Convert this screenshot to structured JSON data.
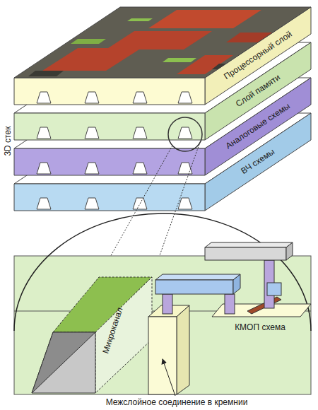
{
  "diagram": {
    "nodes": [
      {
        "text": [
          "Процессорный слой"
        ]
      },
      {
        "text": [
          "Слой памяти"
        ]
      },
      {
        "text": [
          "Аналоговые схемы"
        ]
      },
      {
        "text": [
          "ВЧ схемы"
        ]
      }
    ],
    "labels": [
      "3D стек",
      "Микроканал",
      "КМОП схема",
      "Межслойное соединение в кремнии"
    ]
  }
}
